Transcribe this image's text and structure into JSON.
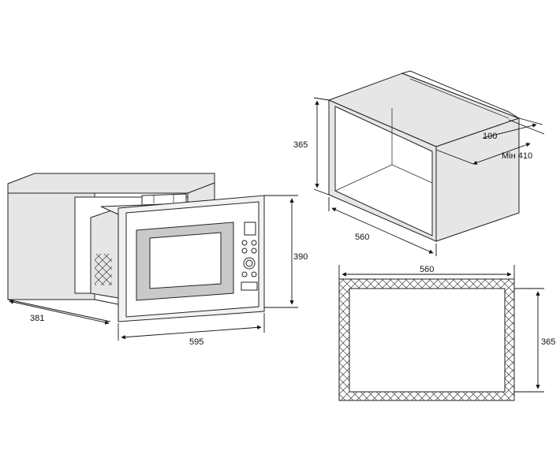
{
  "dimensions": {
    "oven_width": "595",
    "oven_height": "390",
    "oven_depth": "381",
    "niche_height_iso": "365",
    "niche_width_iso": "560",
    "rear_gap": "100",
    "min_depth": "Мін 410",
    "frame_width": "560",
    "frame_height": "365"
  }
}
